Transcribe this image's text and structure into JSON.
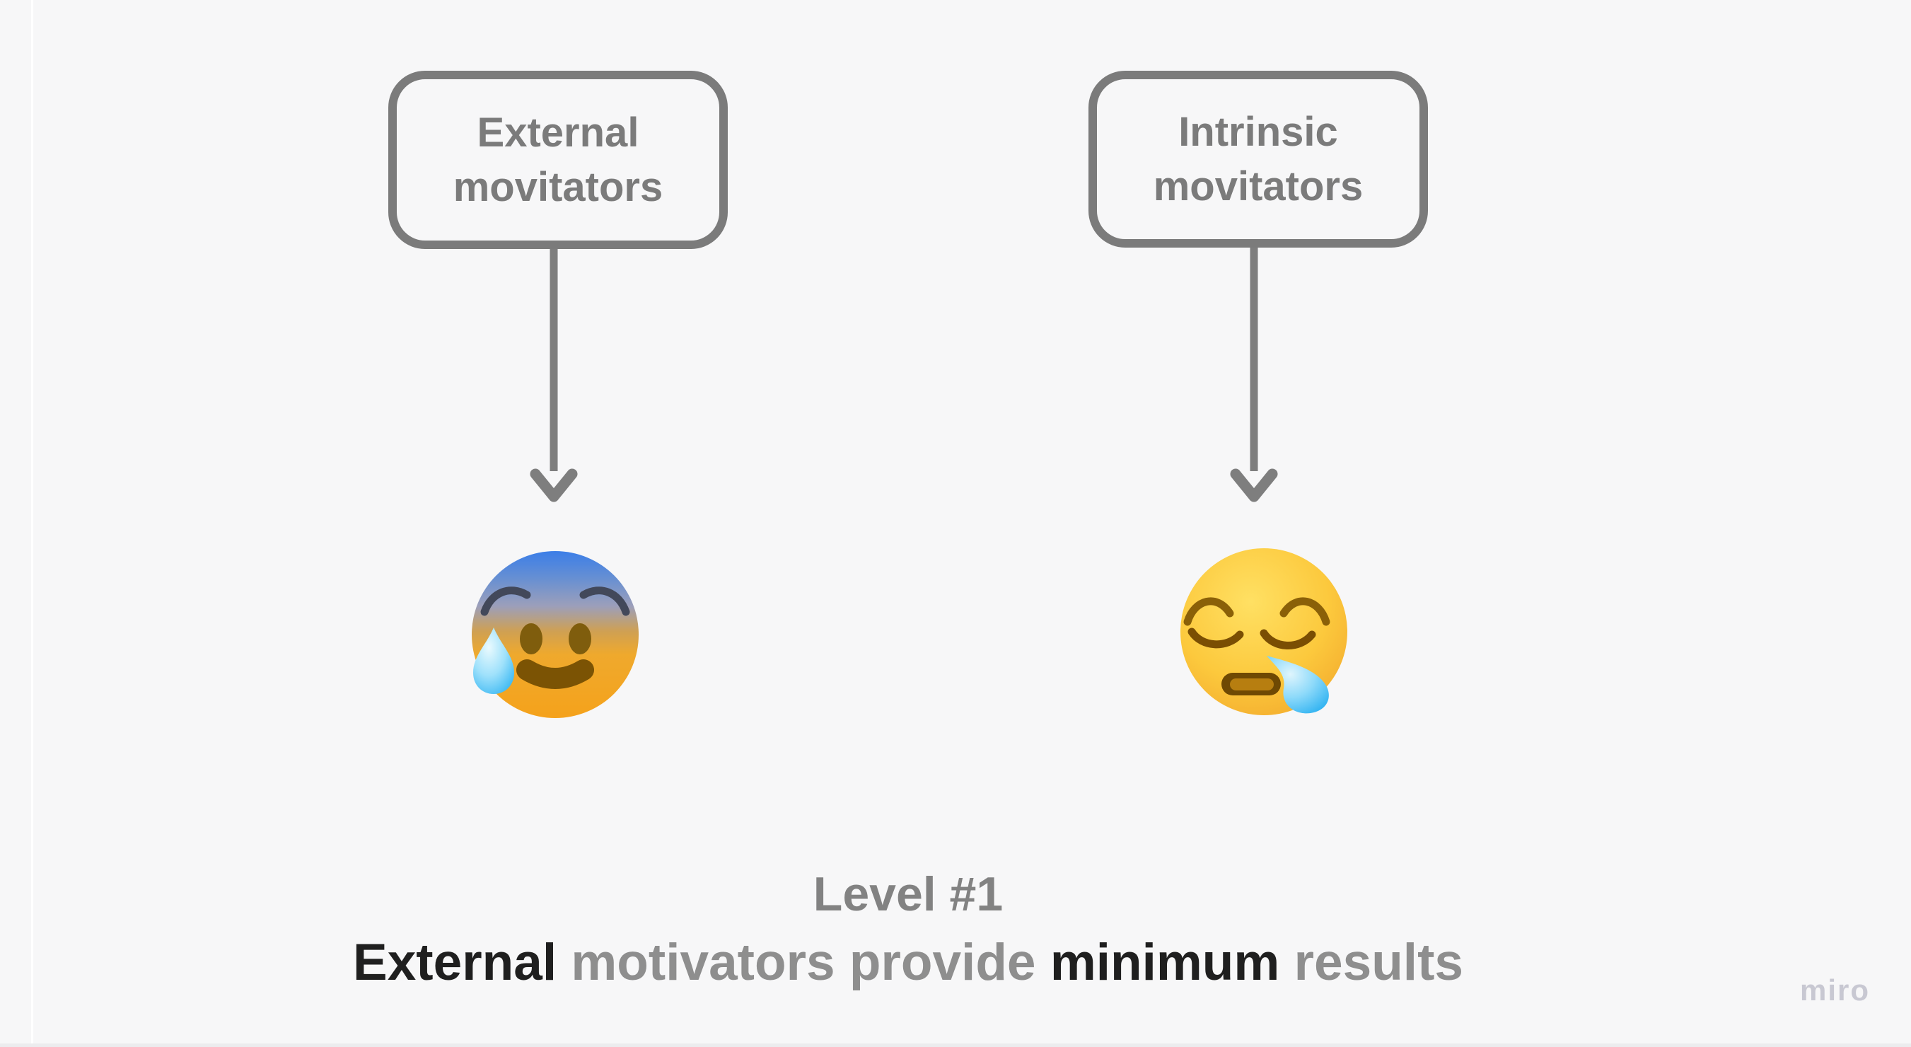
{
  "board": {
    "background_color": "#f7f7f8",
    "frame_divider_color": "#ffffff",
    "watermark": {
      "label": "miro",
      "color": "#c8c8d2"
    }
  },
  "palette": {
    "shape_outline": "#7b7b7b",
    "shape_label_text": "#7b7b7b",
    "connector": "#7e7e7e",
    "caption_heading_gray": "#828282",
    "caption_gray": "#8e8e8e",
    "caption_dark": "#1f1f1f"
  },
  "shapes": [
    {
      "id": "external-box",
      "label": "External\nmovitators"
    },
    {
      "id": "intrinsic-box",
      "label": "Intrinsic\nmovitators"
    }
  ],
  "connectors": [
    {
      "id": "external-arrow",
      "type": "down-arrow"
    },
    {
      "id": "intrinsic-arrow",
      "type": "down-arrow"
    }
  ],
  "emojis": [
    {
      "id": "external-result-emoji",
      "name": "anxious-face-with-sweat",
      "unicode": "😰"
    },
    {
      "id": "intrinsic-result-emoji",
      "name": "sleepy-face",
      "unicode": "😪"
    }
  ],
  "caption": {
    "line1": "Level #1",
    "line2_segments": [
      {
        "text": "External",
        "tone": "dark"
      },
      {
        "text": " motivators provide ",
        "tone": "gray"
      },
      {
        "text": "minimum",
        "tone": "dark"
      },
      {
        "text": " results",
        "tone": "gray"
      }
    ]
  }
}
